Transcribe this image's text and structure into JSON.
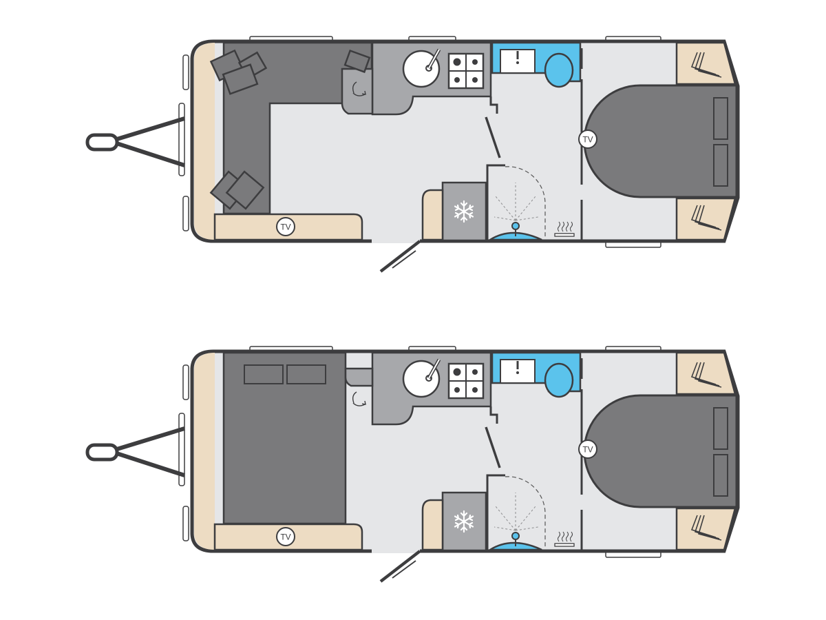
{
  "colors": {
    "outline": "#3d3d3f",
    "beige": "#eddcc3",
    "gray_light": "#e5e6e8",
    "gray_floor_lower": "#c6c6c6",
    "gray_mid": "#a7a8ab",
    "gray_dark": "#7a7a7c",
    "blue": "#5bc3ec",
    "white": "#ffffff"
  },
  "plans": [
    {
      "id": "upper",
      "variant": "lounge",
      "labels": {
        "tv_front": "TV",
        "tv_bedroom": "TV"
      }
    },
    {
      "id": "lower",
      "variant": "bed",
      "labels": {
        "tv_front": "TV",
        "tv_bedroom": "TV"
      }
    }
  ],
  "icons": [
    "towbar-hitch-icon",
    "sink-bowl-icon",
    "gas-hob-icon",
    "washbasin-icon",
    "toilet-icon",
    "fridge-snowflake-icon",
    "shower-icon",
    "heater-icon",
    "wardrobe-hanger-icon",
    "swivel-seat-arrow-icon",
    "cushion-icon",
    "pillow-icon",
    "entry-door-icon"
  ]
}
